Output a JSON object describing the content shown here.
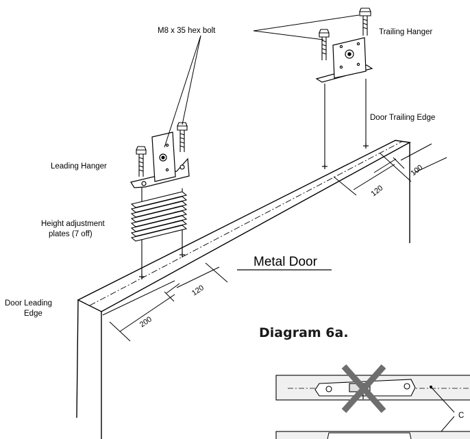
{
  "labels": {
    "bolt": "M8 x 35 hex bolt",
    "trailing_hanger": "Trailing Hanger",
    "door_trailing_edge": "Door Trailing Edge",
    "leading_hanger": "Leading Hanger",
    "height_plates_line1": "Height adjustment",
    "height_plates_line2": "plates (7 off)",
    "metal_door": "Metal Door",
    "door_leading_edge_line1": "Door Leading",
    "door_leading_edge_line2": "Edge",
    "diagram_title": "Diagram 6a.",
    "callout_c": "C"
  },
  "dimensions": {
    "leading_120": "120",
    "leading_200": "200",
    "trailing_120": "120",
    "trailing_100": "100"
  },
  "colors": {
    "line": "#000000",
    "cross": "#6e6e6e",
    "plate_fill": "#f0f0f0"
  }
}
